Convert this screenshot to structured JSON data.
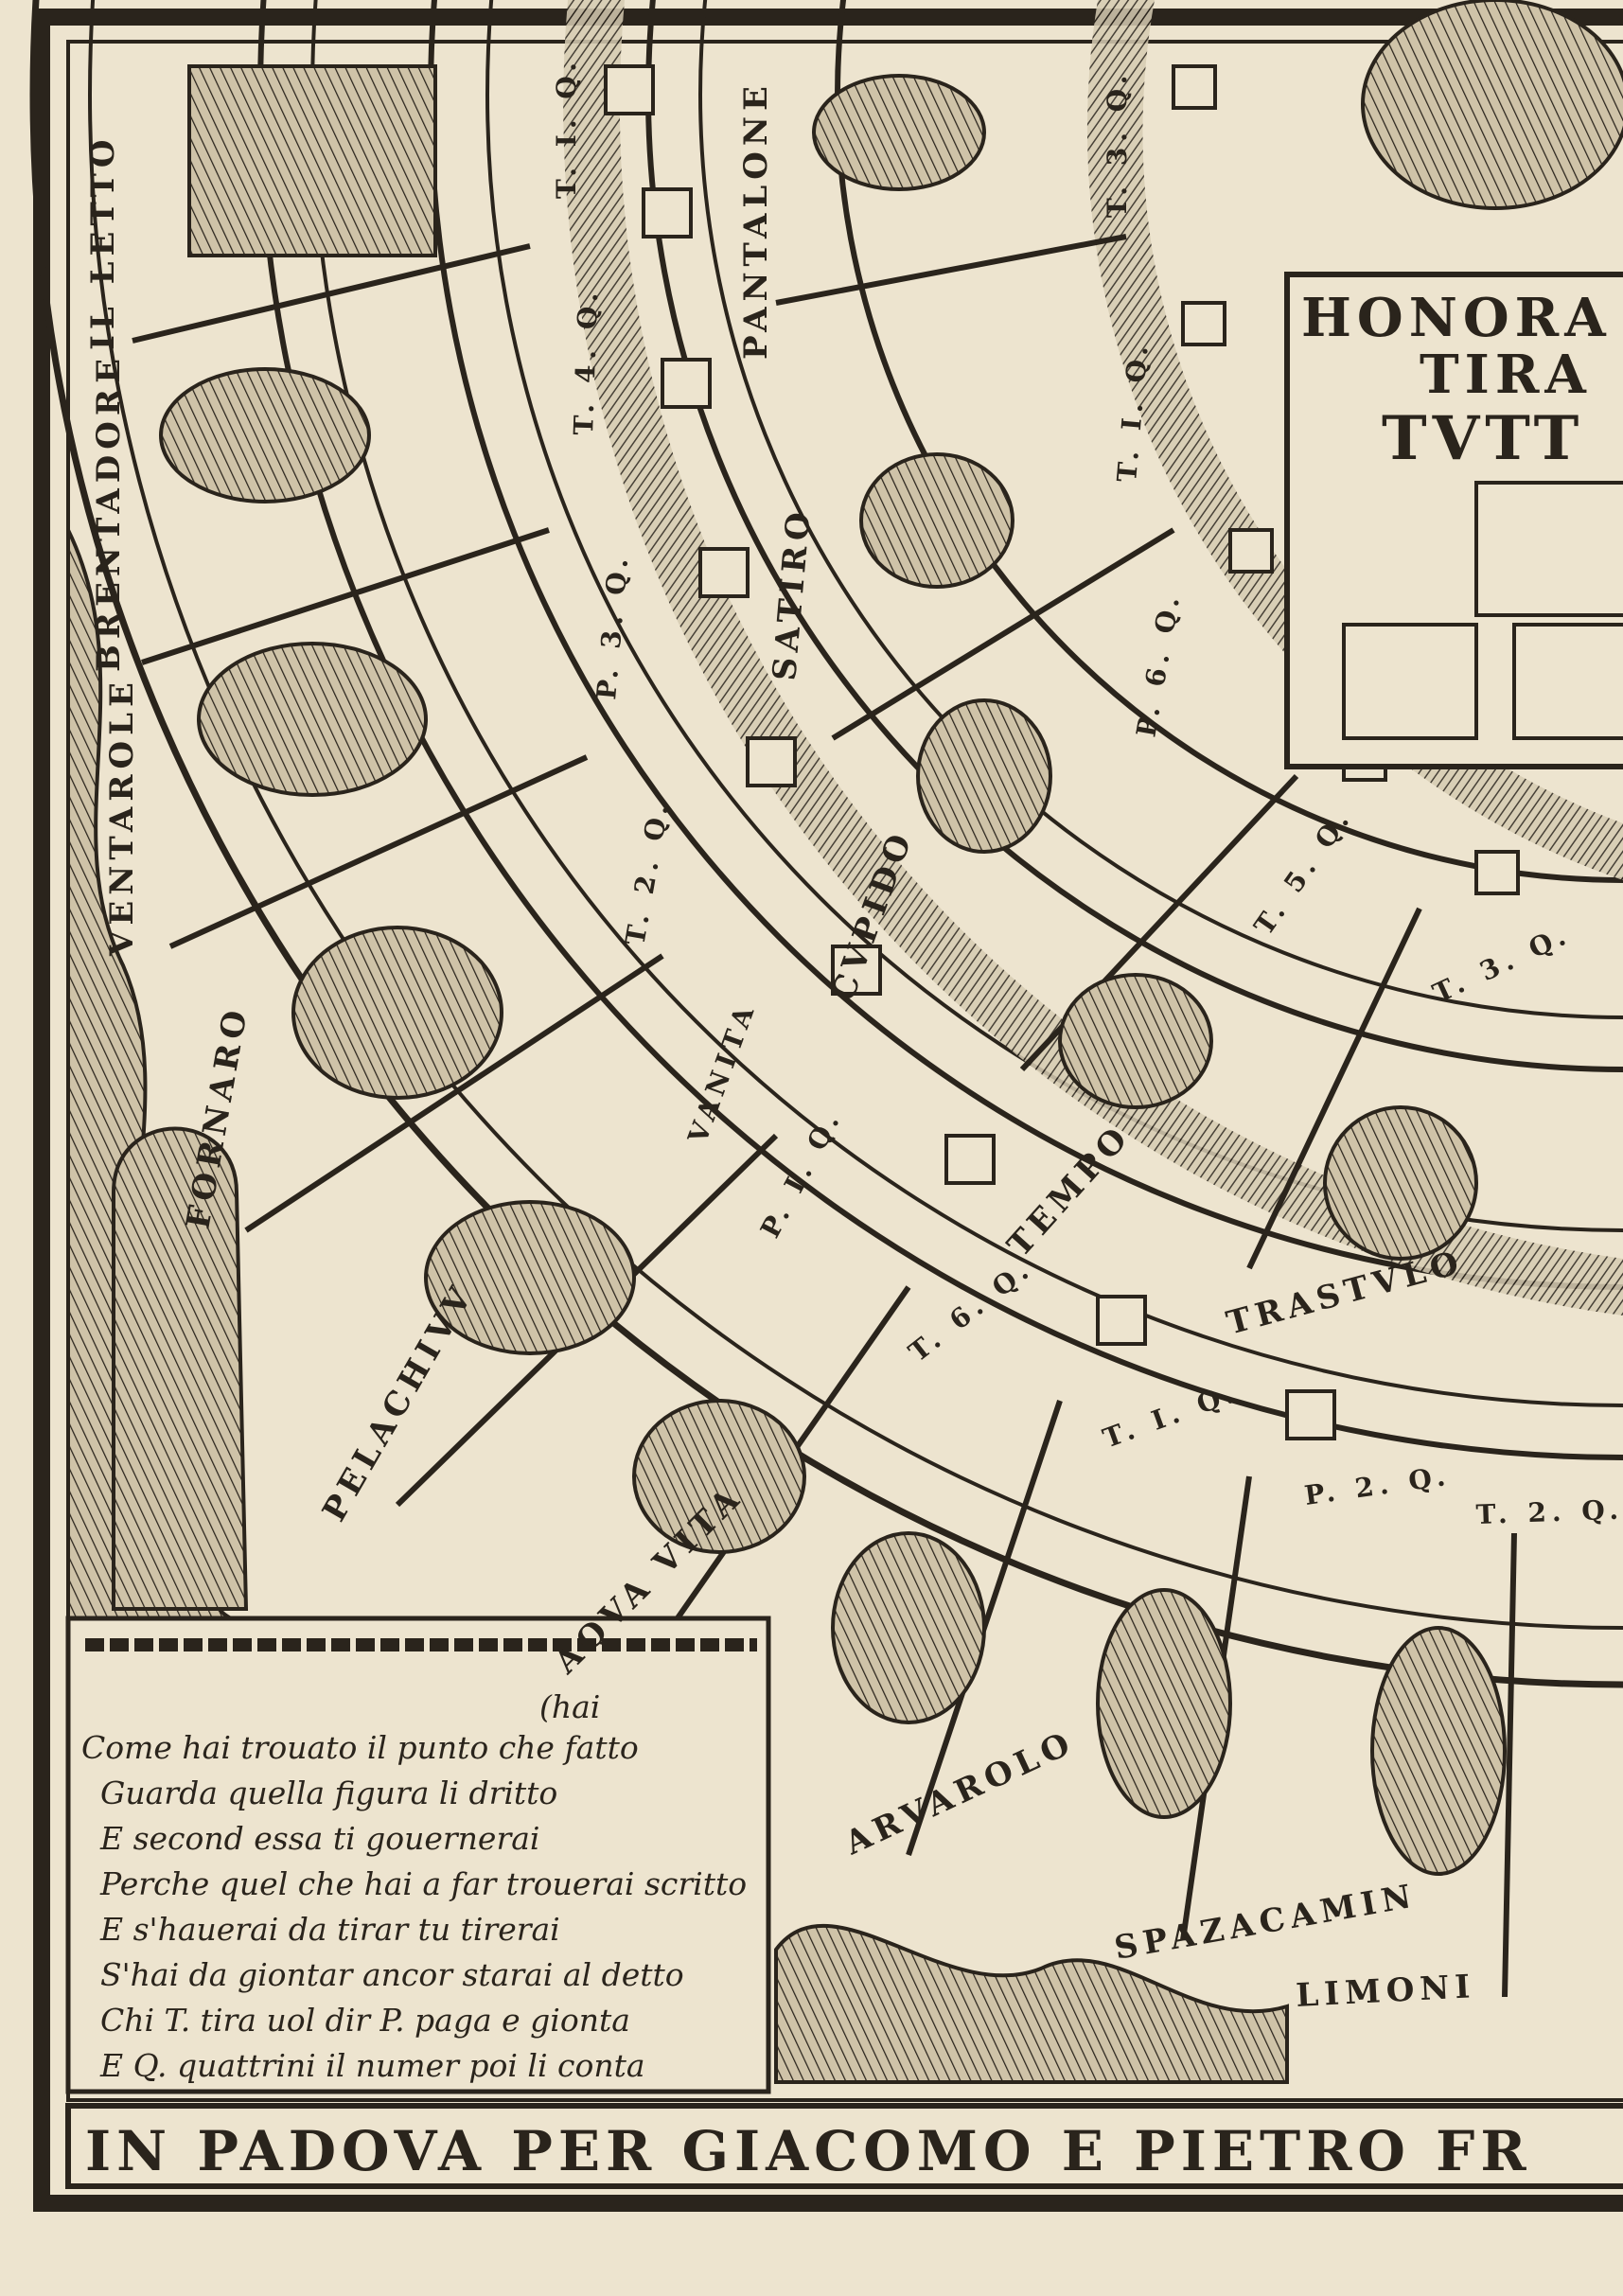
{
  "labels": {
    "outer_ring": [
      "IL LETTO",
      "BRENTADORE",
      "VENTAROLE",
      "FORNARO",
      "PELACHIVV",
      "AQVA VITA",
      "ARVAROLO",
      "SPAZACAMIN",
      "LIMONI"
    ],
    "middle_ring": [
      "PANTALONE",
      "SATIRO",
      "CVPIDO",
      "TEMPO",
      "TRASTVLO"
    ],
    "outer_dice_codes": [
      "T. I. Q.",
      "T. 4. Q.",
      "P. 3. Q.",
      "T. 2. Q.",
      "VANITA",
      "P. I. Q.",
      "T. 6. Q.",
      "T. I. Q.",
      "P. 2. Q.",
      "T. 2. Q."
    ],
    "inner_dice_codes": [
      "T. 3. Q.",
      "T. I. Q.",
      "P. 6. Q.",
      "T. 5. Q.",
      "T. 3. Q."
    ],
    "center_title": [
      "HONORA",
      "TIRA",
      "TVTT"
    ]
  },
  "verse": [
    "(hai",
    "Come hai trouato il punto che fatto",
    "Guarda quella figura li dritto",
    "E second essa ti gouernerai",
    "Perche quel che hai a far trouerai scritto",
    "E s'hauerai da tirar tu tirerai",
    "S'hai da giontar ancor starai al detto",
    "Chi T. tira uol dir P. paga e gionta",
    "E Q. quattrini il numer poi li conta"
  ],
  "imprint": "IN PADOVA PER GIACOMO E PIETRO FR",
  "colors": {
    "ink": "#2a241c",
    "paper": "#ede4cf"
  },
  "icons": [
    "lion-figure-icon",
    "bed-figure-icon",
    "dice-square-icon",
    "character-figure-icon",
    "scroll-ornament-icon"
  ]
}
